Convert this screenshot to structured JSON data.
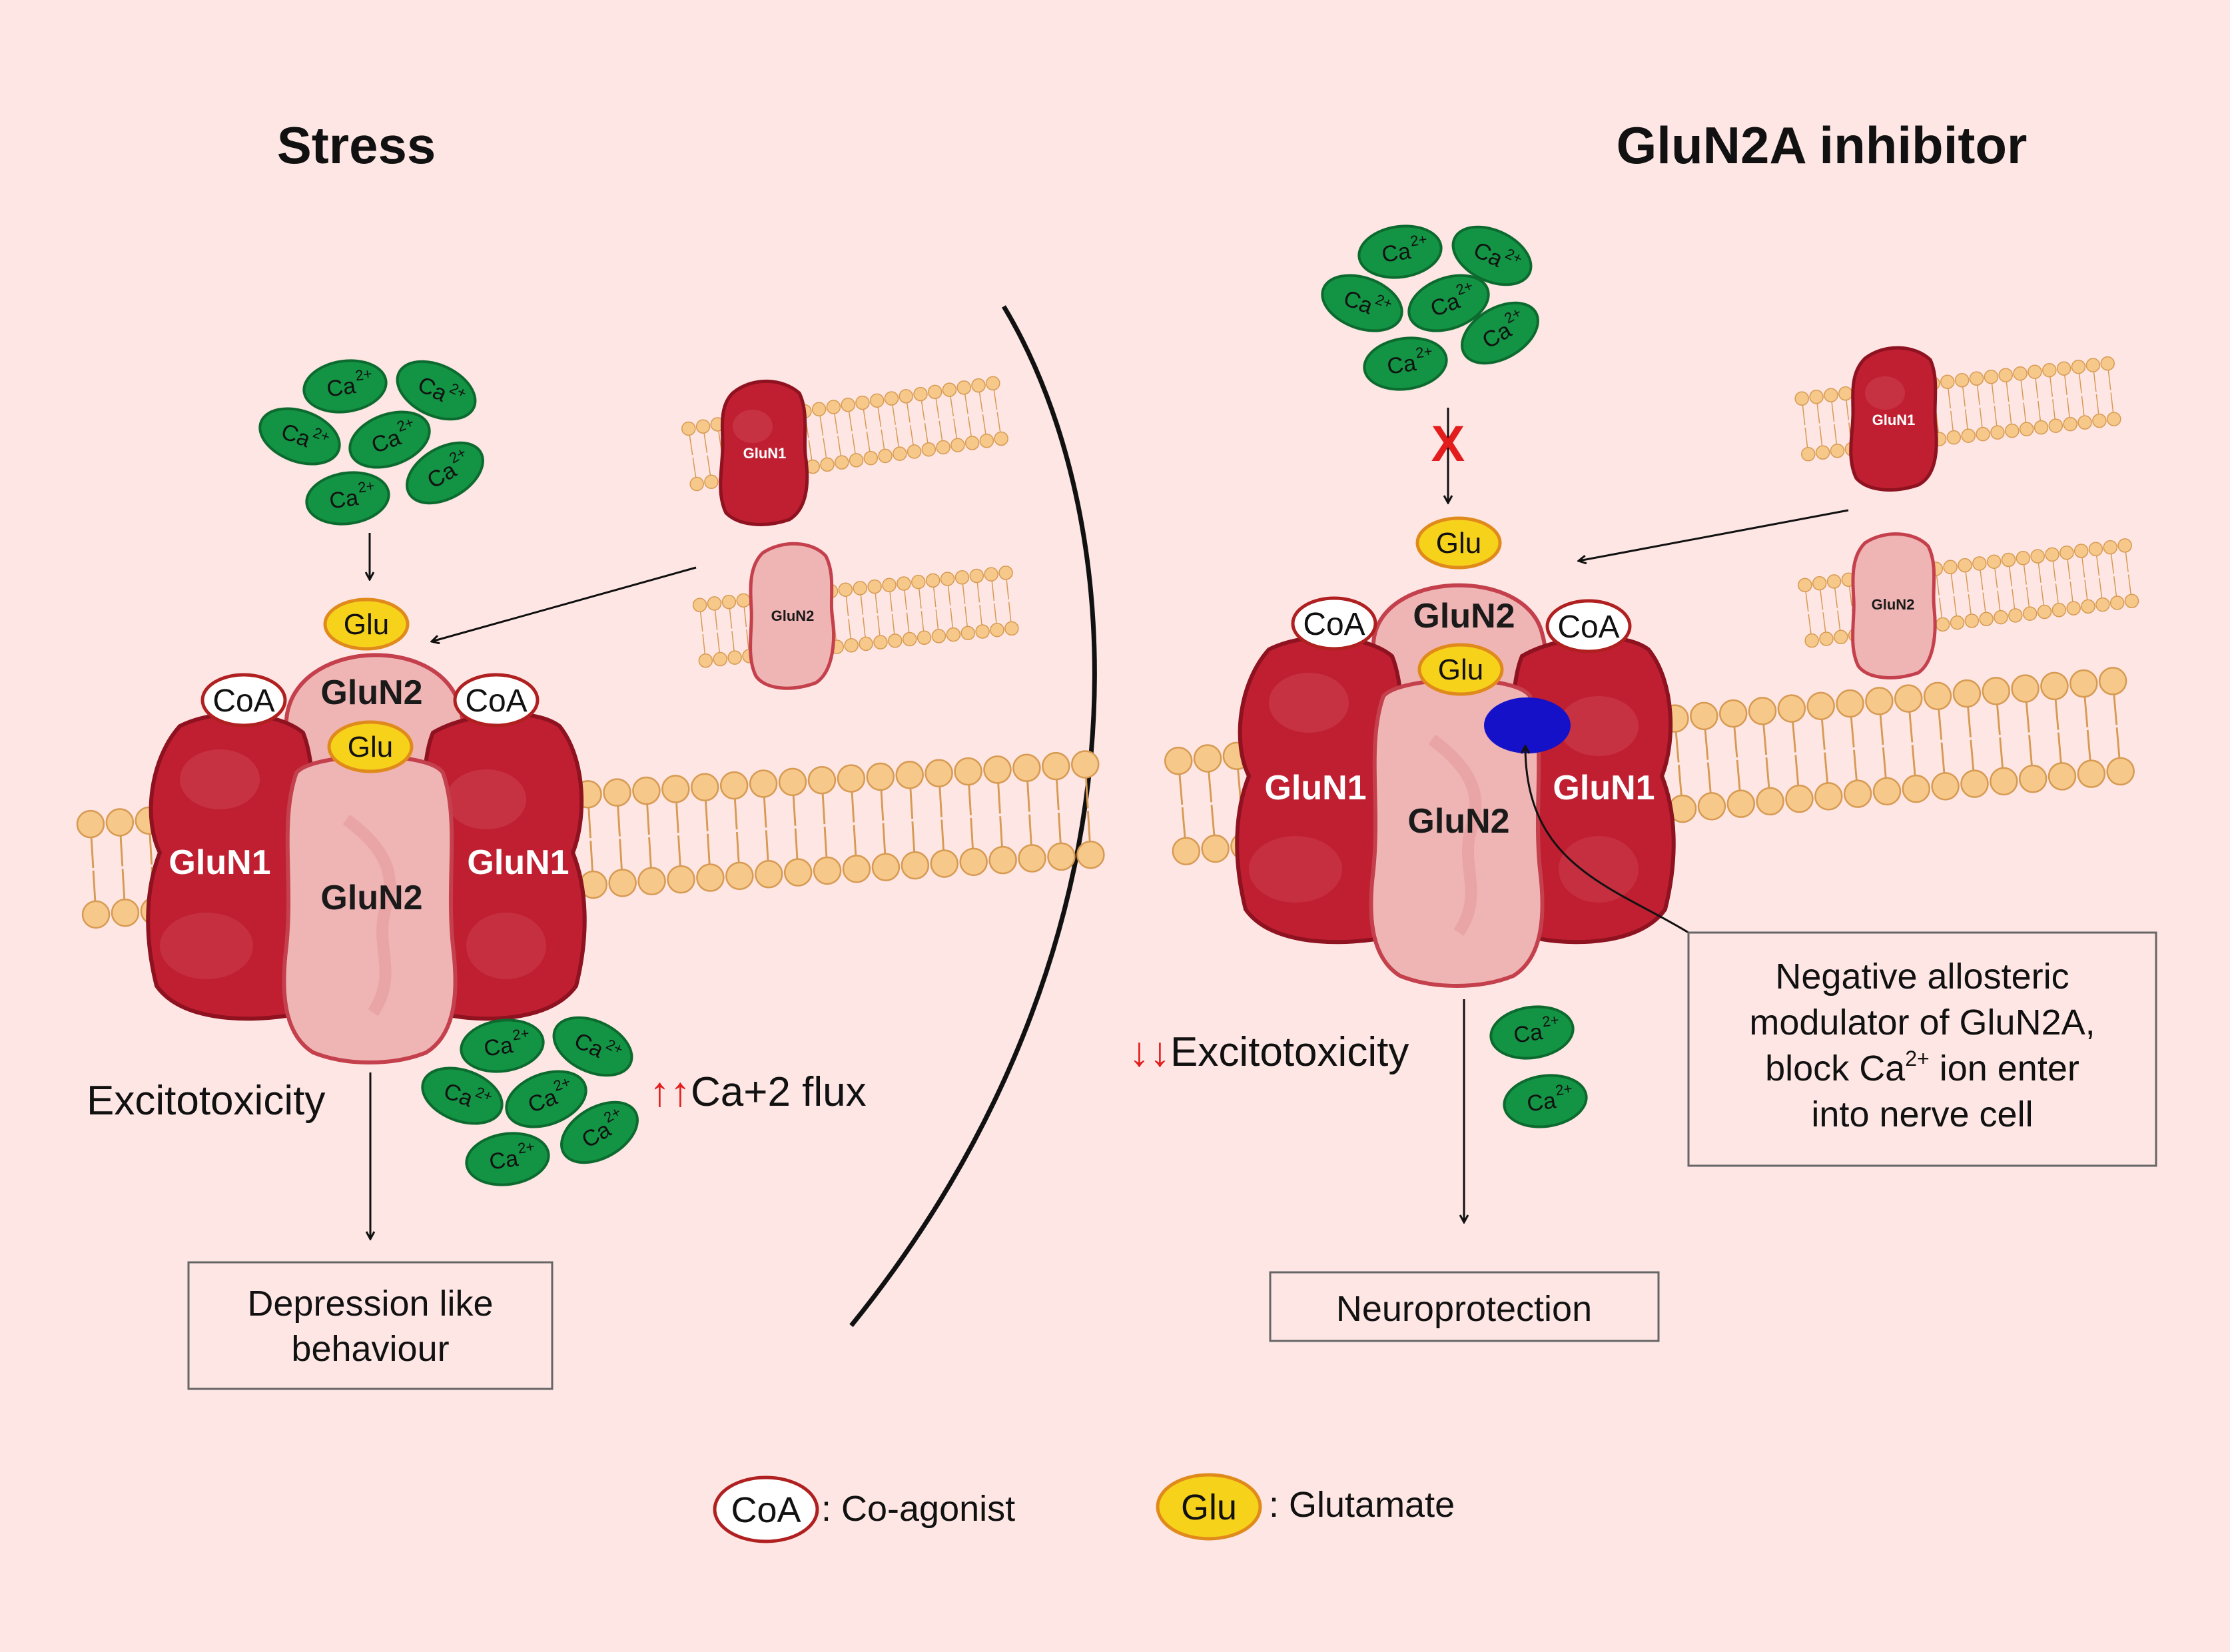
{
  "titles": {
    "left": "Stress",
    "right": "GluN2A inhibitor"
  },
  "labels": {
    "glun1": "GluN1",
    "glun2": "GluN2",
    "glu": "Glu",
    "coa": "CoA",
    "ca": "Ca",
    "ca_charge": "2+",
    "cross_mark": "X"
  },
  "left_panel": {
    "effect_label": "Excitotoxicity",
    "flux_arrows": "↑↑",
    "flux_label": "Ca+2 flux",
    "outcome_line1": "Depression like",
    "outcome_line2": "behaviour"
  },
  "right_panel": {
    "effect_arrows": "↓↓",
    "effect_label": "Excitotoxicity",
    "outcome": "Neuroprotection",
    "note_line1": "Negative allosteric",
    "note_line2": "modulator of GluN2A,",
    "note_line3_pre": "block Ca",
    "note_line3_sup": "2+",
    "note_line3_post": " ion enter",
    "note_line4": "into nerve cell"
  },
  "legend": {
    "coa_symbol": "CoA",
    "coa_text": ": Co-agonist",
    "glu_symbol": "Glu",
    "glu_text": ": Glutamate"
  },
  "colors": {
    "background": "#fde6e4",
    "glun1": "#bf1f31",
    "glun2": "#efb4b4",
    "glu": "#f7d21b",
    "calcium": "#139344",
    "lipid_head": "#f6c88a",
    "inhibitor": "#1511c9",
    "cross": "#e31c1c"
  }
}
